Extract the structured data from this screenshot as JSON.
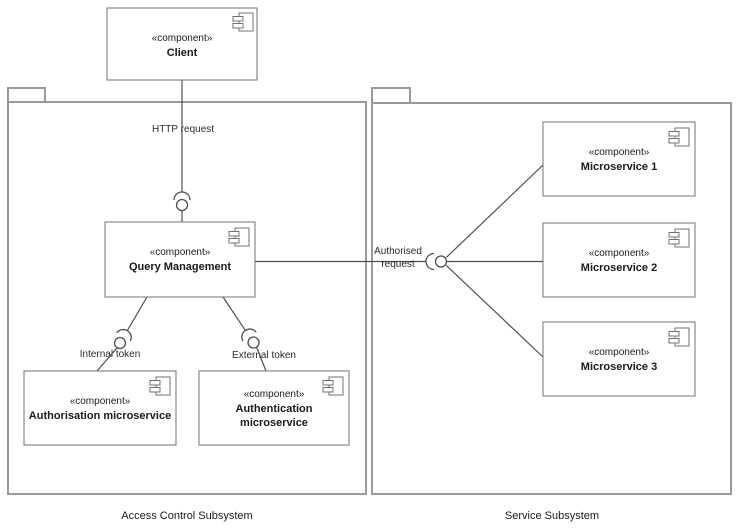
{
  "diagram": {
    "packages": {
      "access_control": {
        "label": "Access Control Subsystem"
      },
      "service": {
        "label": "Service Subsystem"
      }
    },
    "nodes": {
      "client": {
        "stereotype": "«component»",
        "name": "Client"
      },
      "query_management": {
        "stereotype": "«component»",
        "name": "Query Management"
      },
      "authorisation": {
        "stereotype": "«component»",
        "name": "Authorisation microservice"
      },
      "authentication": {
        "stereotype": "«component»",
        "name_line1": "Authentication",
        "name_line2": "microservice"
      },
      "microservice1": {
        "stereotype": "«component»",
        "name": "Microservice 1"
      },
      "microservice2": {
        "stereotype": "«component»",
        "name": "Microservice 2"
      },
      "microservice3": {
        "stereotype": "«component»",
        "name": "Microservice 3"
      }
    },
    "connectors": {
      "http_request": {
        "label": "HTTP request"
      },
      "internal_token": {
        "label": "Internal token"
      },
      "external_token": {
        "label": "External token"
      },
      "authorised_request": {
        "label_line1": "Authorised",
        "label_line2": "request"
      }
    },
    "colors": {
      "background": "#ffffff",
      "connector_line": "#4f4f4f",
      "component_border": "#707070",
      "package_border": "#9a9a9a",
      "text": "#1a1a1a"
    }
  }
}
